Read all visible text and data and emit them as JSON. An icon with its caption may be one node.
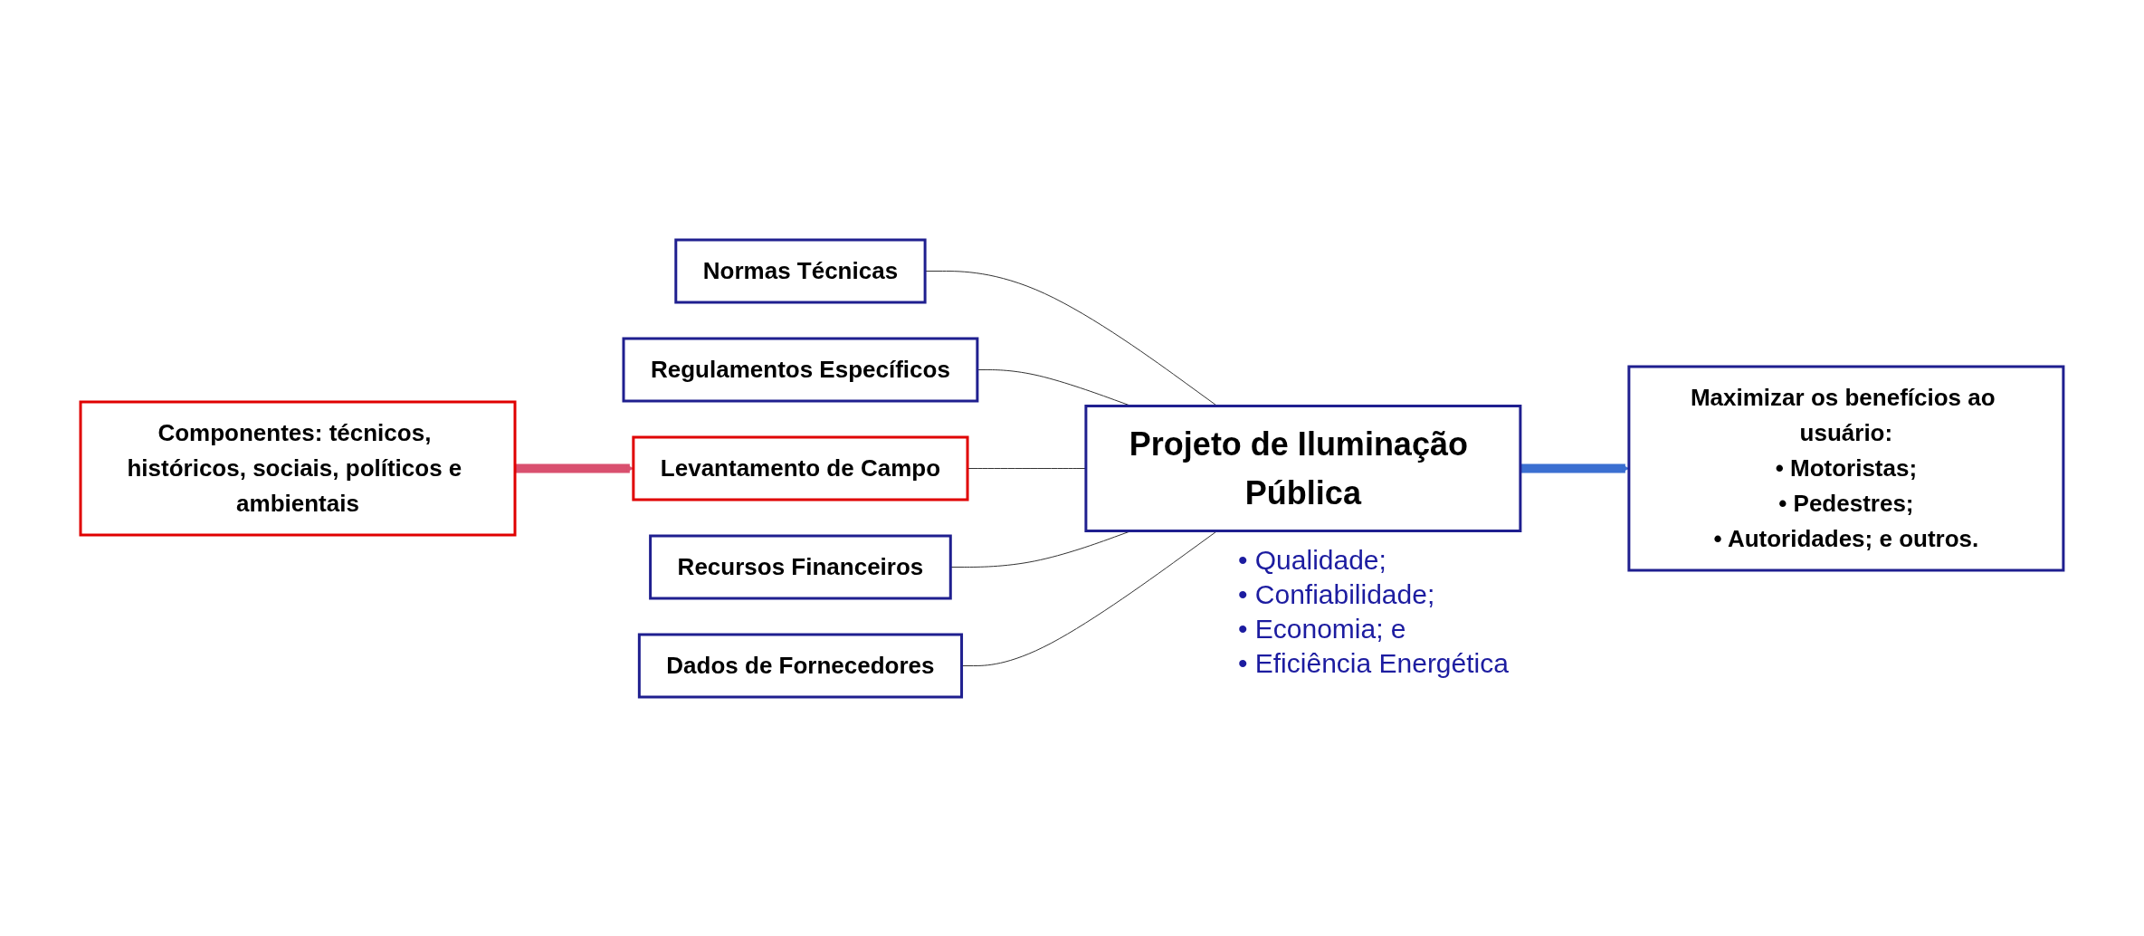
{
  "diagram": {
    "nodes": [
      {
        "text": [
          "Normas Técnicas"
        ]
      },
      {
        "text": [
          "Regulamentos Específicos"
        ]
      },
      {
        "text": [
          "Levantamento de Campo"
        ]
      },
      {
        "text": [
          "Recursos Financeiros"
        ]
      },
      {
        "text": [
          "Dados de Fornecedores"
        ]
      },
      {
        "text": [
          "Componentes: técnicos, históricos, sociais, políticos e ambientais"
        ]
      },
      {
        "text": [
          "Projeto de Iluminação Pública"
        ],
        "beside": [
          "• Qualidade;",
          "• Confiabilidade;",
          "• Economia; e",
          "• Eficiência Energética"
        ]
      },
      {
        "text": [
          "Maximizar os benefícios ao usuário:",
          "• Motoristas;",
          "• Pedestres;",
          "• Autoridades; e outros."
        ]
      }
    ],
    "edges": [
      {
        "from": 0,
        "to": 6,
        "arrow": "none"
      },
      {
        "from": 1,
        "to": 6,
        "arrow": "none"
      },
      {
        "from": 2,
        "to": 6,
        "arrow": "none"
      },
      {
        "from": 3,
        "to": 6,
        "arrow": "none"
      },
      {
        "from": 4,
        "to": 6,
        "arrow": "none"
      },
      {
        "from": 5,
        "to": 2,
        "arrow": "to",
        "style": "thick",
        "color": "#d9506f"
      },
      {
        "from": 6,
        "to": 7,
        "arrow": "to",
        "style": "thick",
        "color": "#3b6fd1"
      }
    ]
  }
}
